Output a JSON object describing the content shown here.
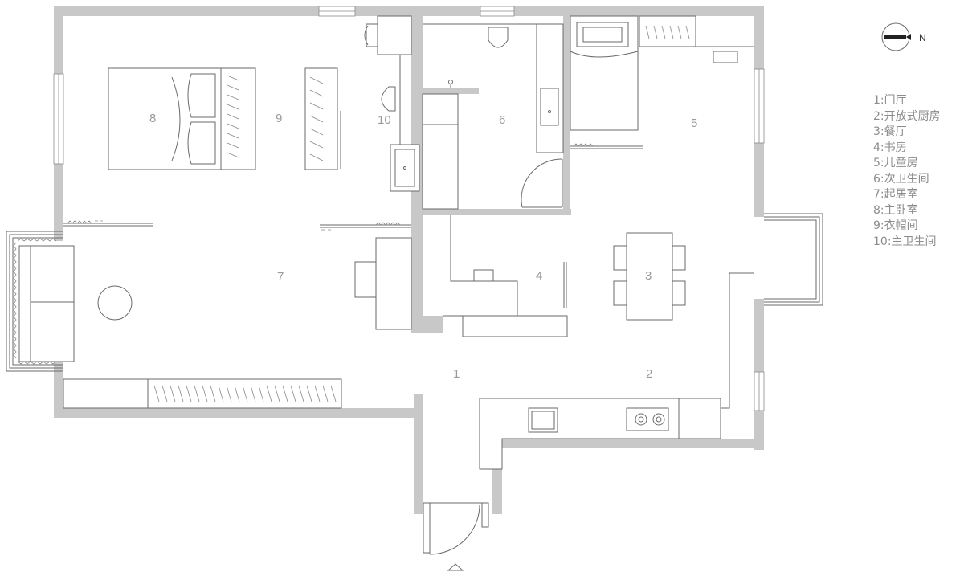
{
  "compass": {
    "label": "N"
  },
  "rooms": [
    {
      "num": "1",
      "name": "门厅"
    },
    {
      "num": "2",
      "name": "开放式厨房"
    },
    {
      "num": "3",
      "name": "餐厅"
    },
    {
      "num": "4",
      "name": "书房"
    },
    {
      "num": "5",
      "name": "儿童房"
    },
    {
      "num": "6",
      "name": "次卫生间"
    },
    {
      "num": "7",
      "name": "起居室"
    },
    {
      "num": "8",
      "name": "主卧室"
    },
    {
      "num": "9",
      "name": "衣帽间"
    },
    {
      "num": "10",
      "name": "主卫生间"
    }
  ],
  "legend": [
    "1:门厅",
    "2:开放式厨房",
    "3:餐厅",
    "4:书房",
    "5:儿童房",
    "6:次卫生间",
    "7:起居室",
    "8:主卧室",
    "9:衣帽间",
    "10:主卫生间"
  ]
}
